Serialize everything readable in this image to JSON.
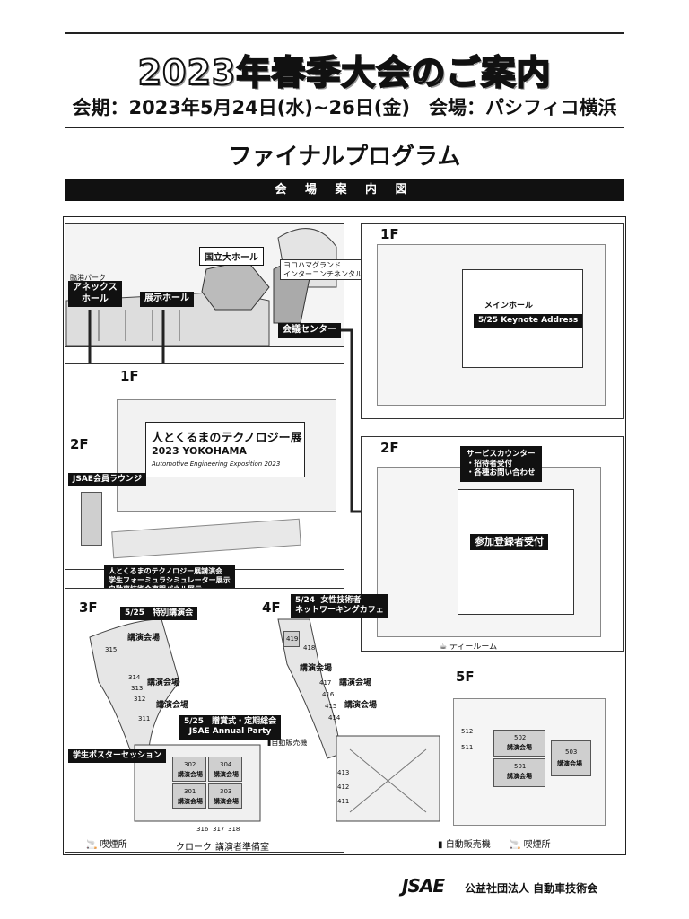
{
  "header": {
    "title": "2023年春季大会のご案内",
    "subtitle": "会期：2023年5月24日(水)~26日(金)　会場：パシフィコ横浜",
    "program": "ファイナルプログラム",
    "section_bar": "会 場 案 内 図"
  },
  "overview": {
    "national_hall": "国立大ホール",
    "hotel": "ヨコハマグランド\nインターコンチネンタルホテル",
    "park": "臨港パーク",
    "annex_hall": "アネックス\nホール",
    "exhibition_hall": "展示ホール",
    "conference_center": "会議センター",
    "floor_1f": "1F",
    "floor_2f": "2F",
    "expo_title": "人とくるまのテクノロジー展",
    "expo_year": "2023 YOKOHAMA",
    "expo_en": "Automotive Engineering Exposition 2023",
    "lounge": "JSAE会員ラウンジ",
    "expo_notes": "人とくるまのテクノロジー展講演会\n学生フォーミュラシミュレーター展示\n自動車技術会専門パネル展示\nホワイトボディ展示"
  },
  "right_1f": {
    "floor": "1F",
    "main_hall": "メインホール",
    "keynote": "5/25  Keynote Address"
  },
  "right_2f": {
    "floor": "2F",
    "service_counter": "サービスカウンター\n・招待者受付\n・各種お問い合わせ",
    "registration": "参加登録者受付",
    "tea_room": "ティールーム"
  },
  "floor_3f": {
    "floor": "3F",
    "special_lecture": "5/25　特別講演会",
    "lecture_hall": "講演会場",
    "party": "5/25　贈賞式・定期総会\nJSAE Annual Party",
    "poster": "学生ポスターセッション",
    "rooms": [
      "315",
      "314",
      "313",
      "312",
      "311",
      "302",
      "304",
      "301",
      "303",
      "316",
      "317",
      "318"
    ],
    "vending": "自動販売機",
    "smoking": "喫煙所",
    "cloak": "クローク",
    "speaker_prep": "講演者準備室"
  },
  "floor_4f": {
    "floor": "4F",
    "women_network": "5/24  女性技術者\nネットワーキングカフェ",
    "lecture_hall": "講演会場",
    "rooms": [
      "419",
      "418",
      "417",
      "416",
      "415",
      "414",
      "413",
      "412",
      "411"
    ]
  },
  "floor_5f": {
    "floor": "5F",
    "lecture_hall": "講演会場",
    "rooms": [
      "512",
      "511",
      "502",
      "501",
      "503"
    ]
  },
  "legend": {
    "vending": "自動販売機",
    "smoking": "喫煙所"
  },
  "footer": {
    "logo": "JSAE",
    "org": "公益社団法人 自動車技術会"
  }
}
